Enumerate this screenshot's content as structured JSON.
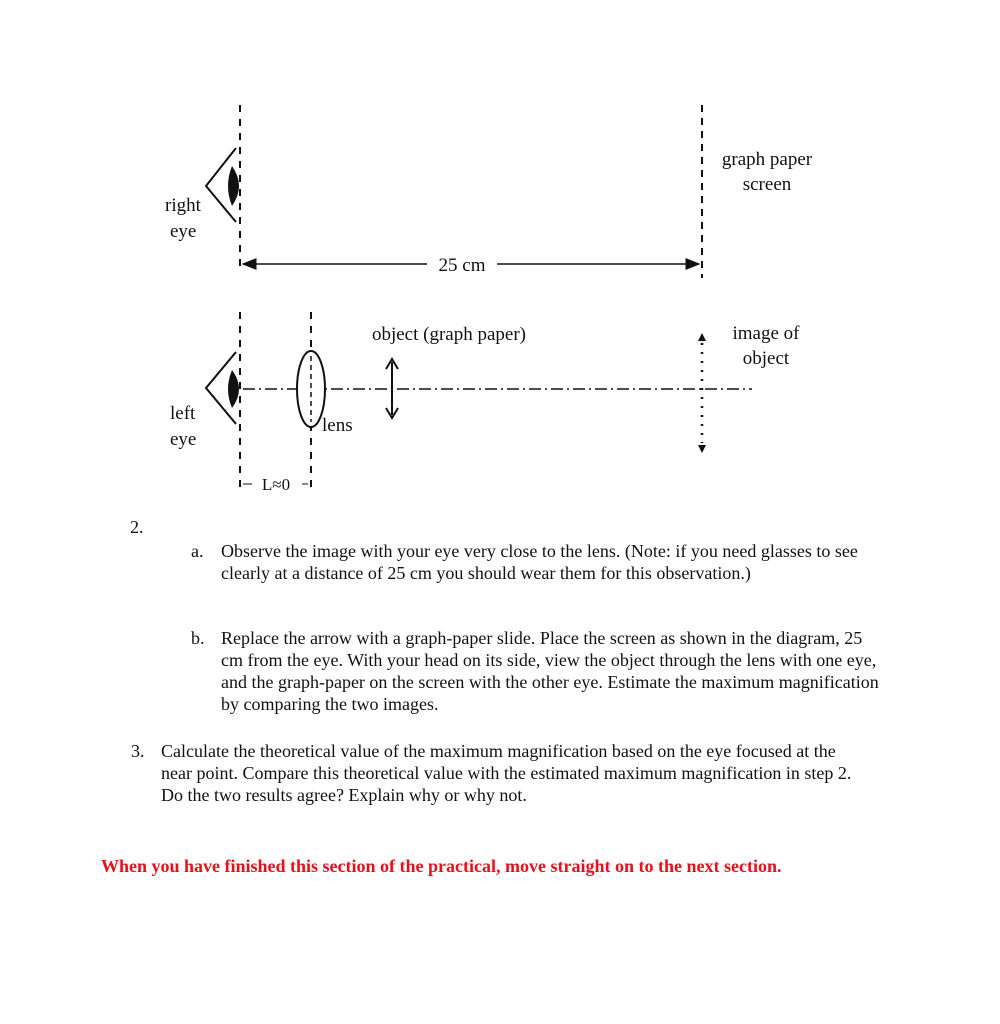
{
  "diagram": {
    "right_eye_label_1": "right",
    "right_eye_label_2": "eye",
    "left_eye_label_1": "left",
    "left_eye_label_2": "eye",
    "distance_label": "25 cm",
    "screen_label_1": "graph paper",
    "screen_label_2": "screen",
    "object_label": "object (graph paper)",
    "image_label_1": "image of",
    "image_label_2": "object",
    "lens_label": "lens",
    "gap_label": "L≈0"
  },
  "steps": {
    "step2_number": "2.",
    "a_marker": "a.",
    "a_text": "Observe the image with your eye very close to the lens. (Note: if you need glasses to see clearly at a distance of 25 cm you should wear them for this observation.)",
    "b_marker": "b.",
    "b_text": "Replace the arrow with a graph-paper slide. Place the screen as shown in the diagram, 25 cm from the eye. With your head on its side, view the object through the lens with one eye, and the graph-paper on the screen with the other eye. Estimate the maximum magnification by comparing the two images.",
    "step3_number": "3.",
    "step3_text": "Calculate the theoretical value of the maximum magnification based on the eye focused at the near point. Compare this theoretical value with the estimated maximum magnification in step 2. Do the two results agree? Explain why or why not."
  },
  "note": {
    "text": "When you have finished this section of the practical, move straight on to the next section.",
    "color": "#e8101a"
  }
}
